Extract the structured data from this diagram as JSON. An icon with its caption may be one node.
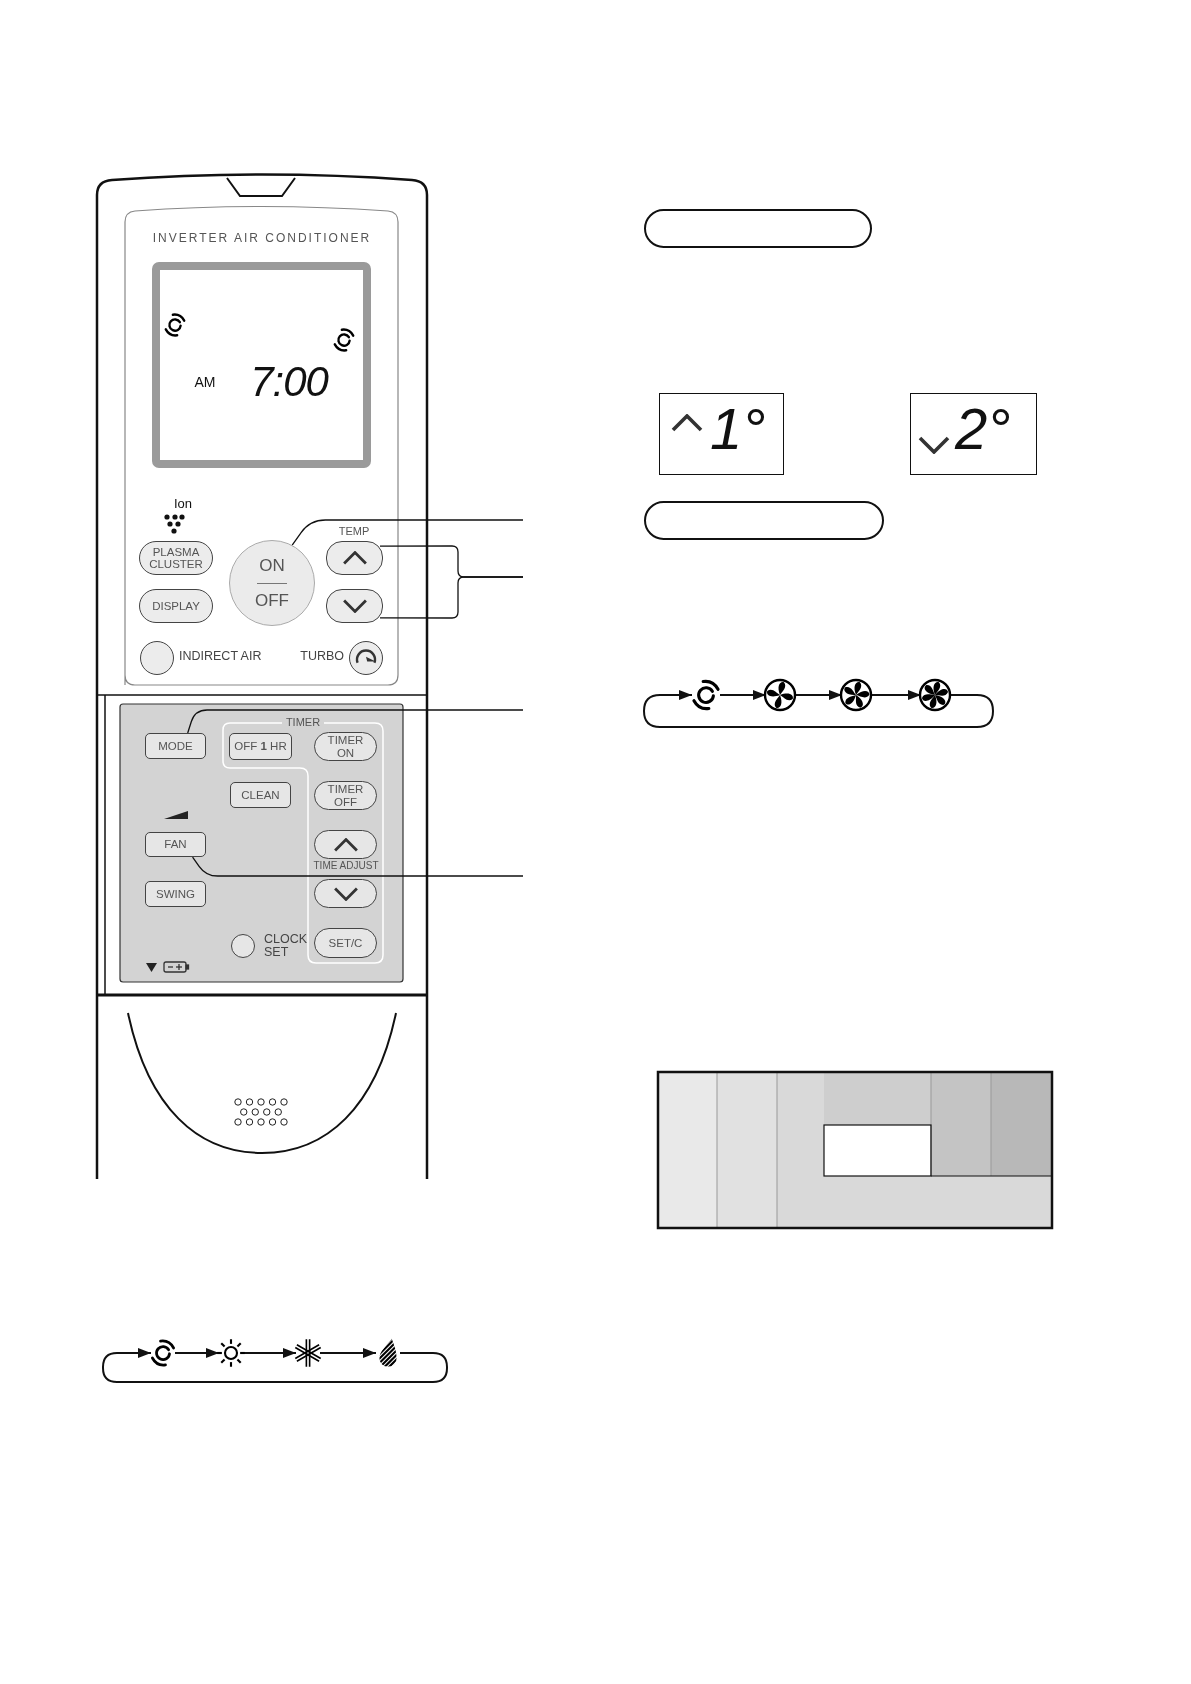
{
  "diagram": {
    "nodes": [
      {
        "text": [
          "PLASMA CLUSTER"
        ]
      },
      {
        "text": [
          "ON",
          "OFF"
        ]
      },
      {
        "text": [],
        "shape": "box"
      },
      {
        "text": [
          "DISPLAY"
        ]
      },
      {
        "text": [],
        "shape": "box"
      },
      {
        "text": [],
        "shape": "circle",
        "beside": [
          "INDIRECT AIR"
        ]
      },
      {
        "text": [],
        "shape": "circle",
        "beside": [
          "TURBO"
        ]
      },
      {
        "text": [
          "MODE"
        ]
      },
      {
        "text": [
          "OFF **1** HR"
        ]
      },
      {
        "text": [
          "TIMER ON"
        ]
      },
      {
        "text": [
          "CLEAN"
        ]
      },
      {
        "text": [
          "TIMER OFF"
        ]
      },
      {
        "text": [
          "FAN"
        ]
      },
      {
        "text": [],
        "shape": "box"
      },
      {
        "text": [
          "SWING"
        ]
      },
      {
        "text": [],
        "shape": "box"
      },
      {
        "text": [],
        "shape": "circle",
        "beside": [
          "CLOCK SET"
        ]
      },
      {
        "text": [
          "SET/C"
        ]
      },
      {
        "text": [],
        "shape": "box"
      },
      {
        "text": [
          "1°"
        ]
      },
      {
        "text": [
          "2°"
        ]
      },
      {
        "text": [],
        "shape": "box"
      },
      {
        "text": [],
        "shape": "picture"
      },
      {
        "text": [],
        "shape": "picture"
      },
      {
        "text": [],
        "shape": "picture"
      },
      {
        "text": [],
        "shape": "picture"
      },
      {
        "text": [],
        "shape": "picture"
      },
      {
        "text": [],
        "shape": "picture"
      },
      {
        "text": [],
        "shape": "picture"
      },
      {
        "text": [],
        "shape": "picture"
      }
    ],
    "edges": [
      {
        "from": 1,
        "to": null,
        "arrow": "none"
      },
      {
        "from": 2,
        "to": null,
        "arrow": "none"
      },
      {
        "from": 4,
        "to": null,
        "arrow": "none"
      },
      {
        "from": 7,
        "to": null,
        "arrow": "none"
      },
      {
        "from": 12,
        "to": null,
        "arrow": "none"
      },
      {
        "from": 22,
        "to": 23,
        "arrow": "to"
      },
      {
        "from": 23,
        "to": 24,
        "arrow": "to"
      },
      {
        "from": 24,
        "to": 25,
        "arrow": "to"
      },
      {
        "from": 25,
        "to": 22,
        "arrow": "to"
      },
      {
        "from": 26,
        "to": 27,
        "arrow": "to"
      },
      {
        "from": 27,
        "to": 28,
        "arrow": "to"
      },
      {
        "from": 28,
        "to": 29,
        "arrow": "to"
      },
      {
        "from": 29,
        "to": 26,
        "arrow": "to"
      }
    ],
    "labels": [
      "INVERTER AIR CONDITIONER",
      "AM",
      "7:00",
      "Ion",
      "TEMP",
      "TIMER",
      "TIME ADJUST"
    ]
  }
}
